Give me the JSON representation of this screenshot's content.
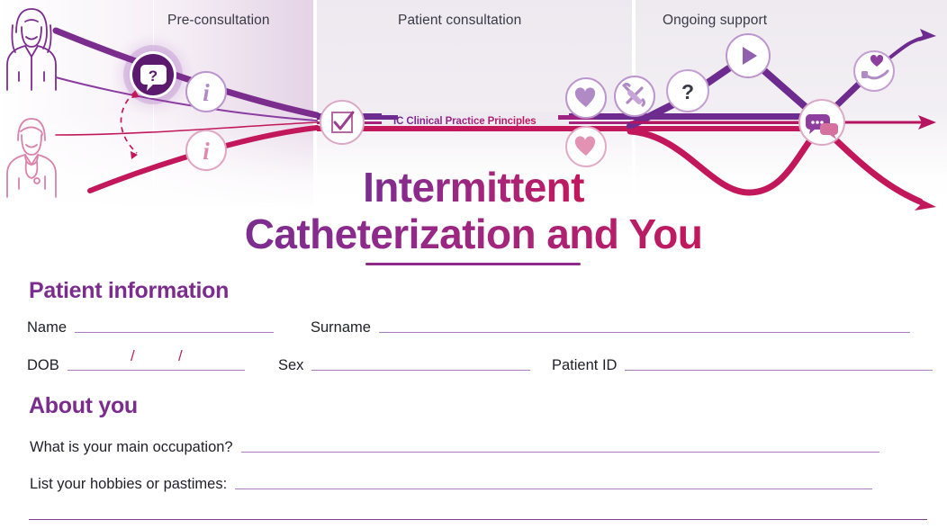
{
  "document": {
    "title_line1": "Intermittent",
    "title_line2": "Catheterization and You"
  },
  "journey": {
    "phases": [
      {
        "id": "pre-consultation",
        "label": "Pre-consultation"
      },
      {
        "id": "patient-consultation",
        "label": "Patient consultation"
      },
      {
        "id": "ongoing-support",
        "label": "Ongoing support"
      }
    ],
    "banner_label": "IC Clinical Practice Principles",
    "icons": [
      {
        "name": "question-speech-bubble-icon",
        "phase": "pre-consultation"
      },
      {
        "name": "information-icon-purple",
        "phase": "pre-consultation"
      },
      {
        "name": "information-icon-pink",
        "phase": "pre-consultation"
      },
      {
        "name": "checklist-icon",
        "phase": "patient-consultation"
      },
      {
        "name": "heart-icon-purple",
        "phase": "patient-consultation"
      },
      {
        "name": "heart-icon-pink",
        "phase": "patient-consultation"
      },
      {
        "name": "tools-icon",
        "phase": "patient-consultation"
      },
      {
        "name": "question-mark-icon",
        "phase": "ongoing-support"
      },
      {
        "name": "play-video-icon",
        "phase": "ongoing-support"
      },
      {
        "name": "chat-bubbles-icon",
        "phase": "ongoing-support"
      },
      {
        "name": "hand-heart-care-icon",
        "phase": "ongoing-support"
      }
    ],
    "avatars": [
      {
        "name": "patient-avatar",
        "color": "#7b2d8e"
      },
      {
        "name": "clinician-avatar",
        "color": "#d06a9a"
      }
    ]
  },
  "patient_information": {
    "heading": "Patient information",
    "fields": [
      {
        "name": "name",
        "label": "Name",
        "value": ""
      },
      {
        "name": "surname",
        "label": "Surname",
        "value": ""
      },
      {
        "name": "dob",
        "label": "DOB",
        "value": "",
        "separators": [
          "/",
          "/"
        ]
      },
      {
        "name": "sex",
        "label": "Sex",
        "value": ""
      },
      {
        "name": "patient_id",
        "label": "Patient ID",
        "value": ""
      }
    ]
  },
  "about_you": {
    "heading": "About you",
    "fields": [
      {
        "name": "occupation",
        "label": "What is your main occupation?",
        "value": ""
      },
      {
        "name": "hobbies",
        "label": "List your hobbies or pastimes:",
        "value": ""
      },
      {
        "name": "hobbies_continued",
        "label": "",
        "value": ""
      }
    ]
  },
  "colors": {
    "purple": "#7b2d8e",
    "deep_purple": "#5b1a6e",
    "magenta": "#c2185b",
    "crimson": "#b5155f",
    "light_purple": "#b08ac4",
    "rule": "#a87dc0",
    "text": "#1f1f28",
    "panel": "#efeaf1"
  }
}
